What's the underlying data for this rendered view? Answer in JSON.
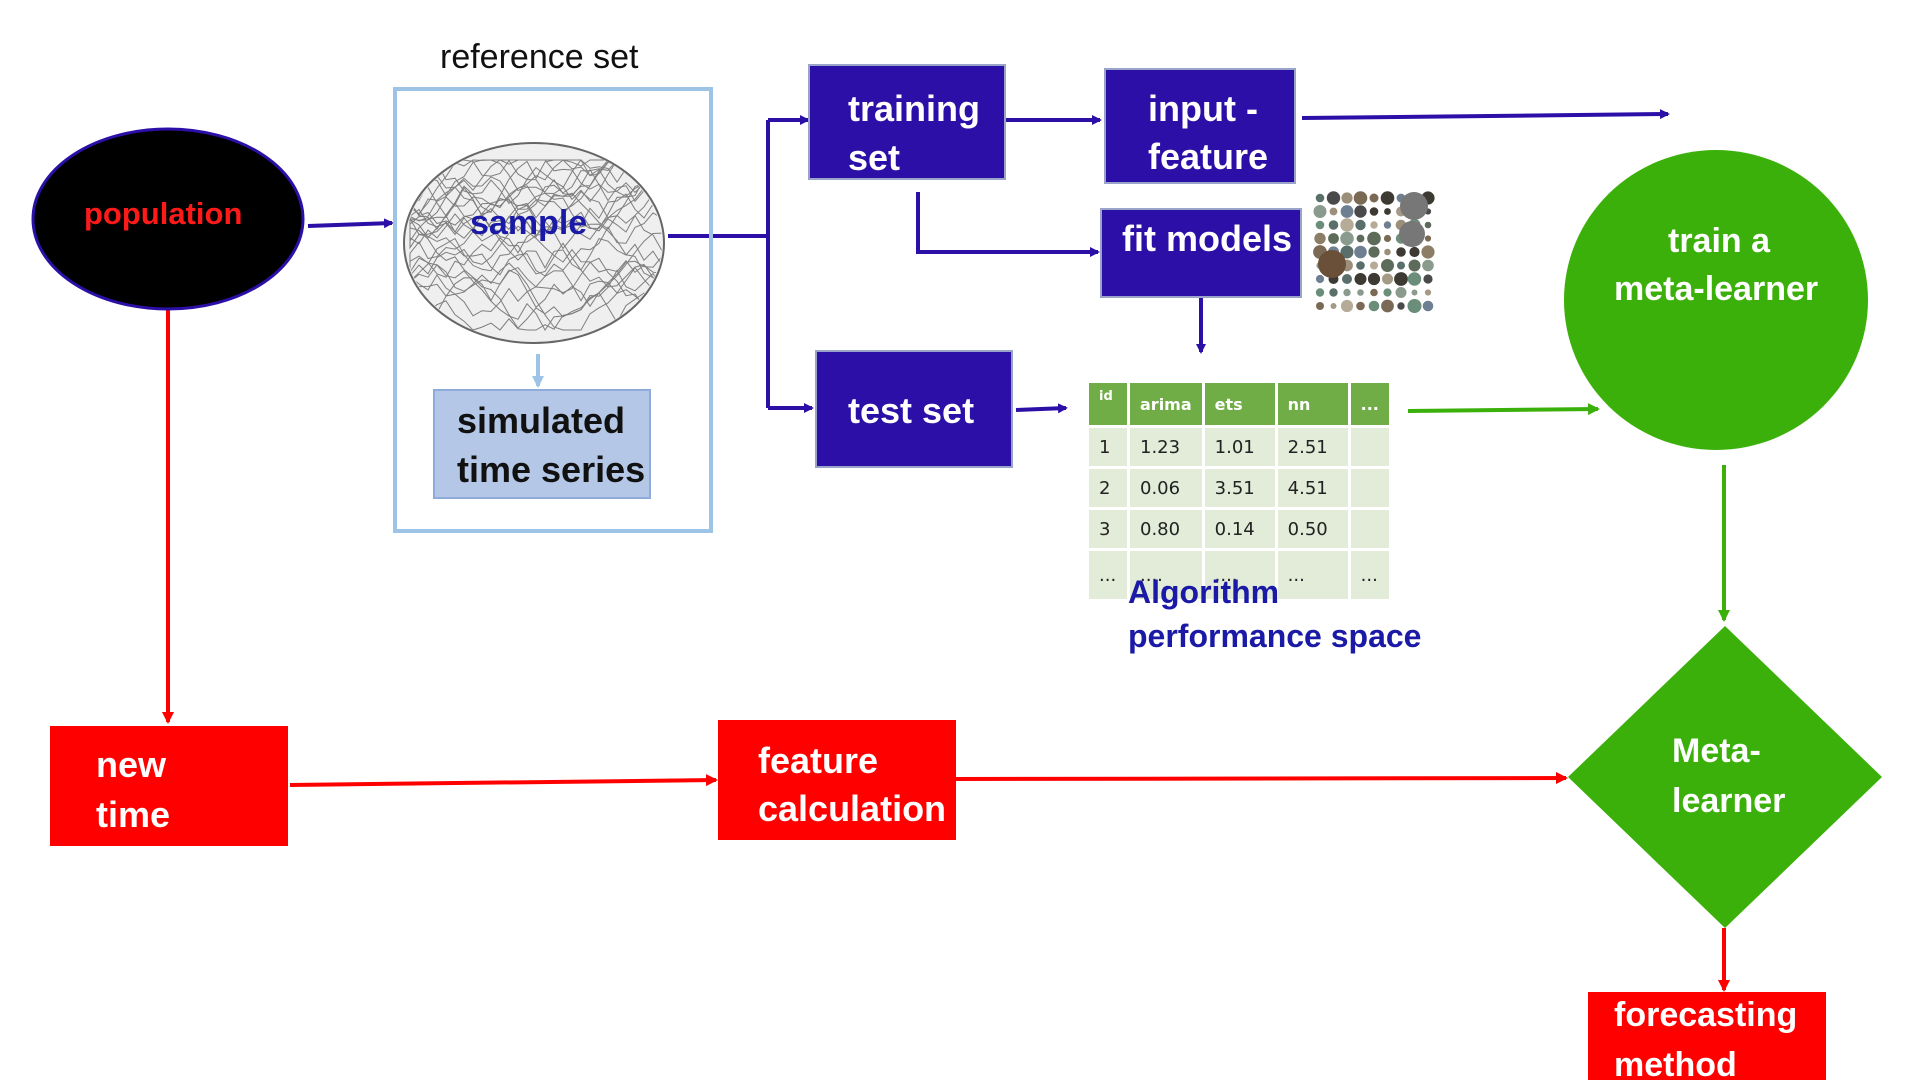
{
  "labels": {
    "population": "population",
    "reference_set": "reference set",
    "sample": "sample",
    "simulated_line1": "simulated",
    "simulated_line2": "time series",
    "training_line1": "training",
    "training_line2": "set",
    "input_line1": "input -",
    "input_line2": "feature",
    "fit_models": "fit models",
    "test_set": "test set",
    "train_line1": "train a",
    "train_line2": "meta-learner",
    "algo_line1": "Algorithm",
    "algo_line2": "performance space",
    "new_line1": "new",
    "new_line2": "time",
    "feature_line1": "feature",
    "feature_line2": "calculation",
    "meta_line1": "Meta-",
    "meta_line2": "learner",
    "forecast_line1": "forecasting",
    "forecast_line2": "method"
  },
  "table": {
    "headers": [
      "id",
      "arima",
      "ets",
      "nn",
      "..."
    ],
    "rows": [
      [
        "1",
        "1.23",
        "1.01",
        "2.51",
        ""
      ],
      [
        "2",
        "0.06",
        "3.51",
        "4.51",
        ""
      ],
      [
        "3",
        "0.80",
        "0.14",
        "0.50",
        ""
      ],
      [
        "...",
        "....",
        "....",
        "...",
        "..."
      ]
    ]
  },
  "colors": {
    "navy": "#2b0fa6",
    "red": "#ff0000",
    "green": "#3cb00a",
    "light_blue": "#9dc3e6",
    "table_header": "#70ad47"
  }
}
